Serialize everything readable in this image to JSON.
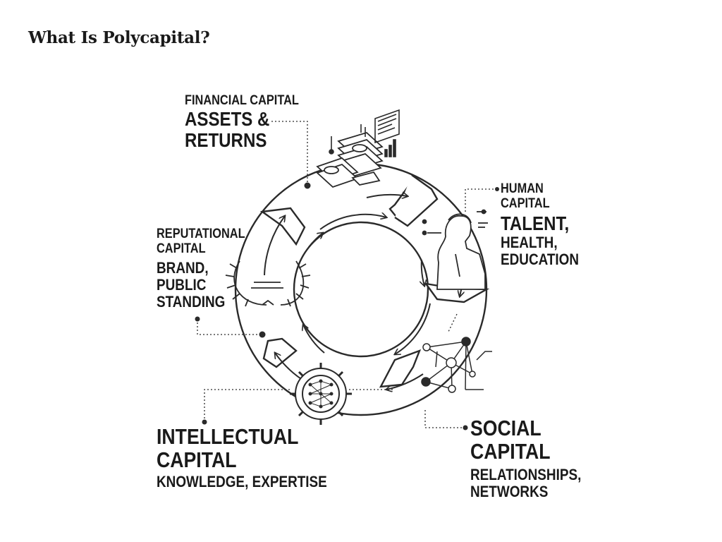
{
  "title": "What Is Polycapital?",
  "diagram": {
    "financial": {
      "name": "FINANCIAL CAPITAL",
      "headline": [
        "ASSETS &",
        "RETURNS"
      ]
    },
    "human": {
      "name": [
        "HUMAN",
        "CAPITAL"
      ],
      "headline": "TALENT,",
      "detail": [
        "HEALTH,",
        "EDUCATION"
      ]
    },
    "reputational": {
      "name": [
        "REPUTATIONAL",
        "CAPITAL"
      ],
      "detail": [
        "BRAND,",
        "PUBLIC",
        "STANDING"
      ]
    },
    "intellectual": {
      "name": [
        "INTELLECTUAL",
        "CAPITAL"
      ],
      "detail": "KNOWLEDGE, EXPERTISE"
    },
    "social": {
      "name": [
        "SOCIAL",
        "CAPITAL"
      ],
      "detail": [
        "RELATIONSHIPS,",
        "NETWORKS"
      ]
    },
    "icons": [
      "money-stack-icon",
      "chart-document-icon",
      "person-head-icon",
      "laurel-wreath-icon",
      "gear-network-icon",
      "network-nodes-icon"
    ]
  }
}
